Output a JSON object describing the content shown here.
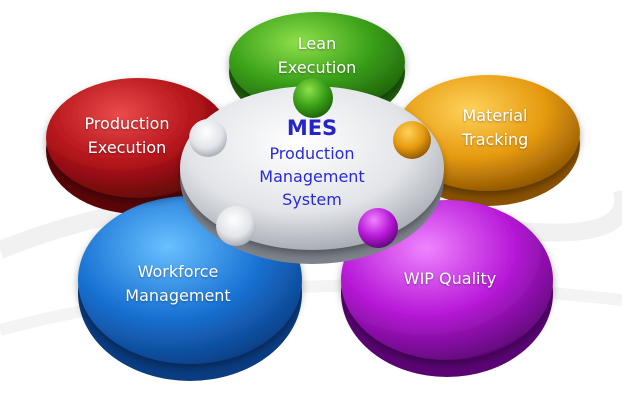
{
  "center": {
    "title": "MES",
    "subtitle": [
      "Production",
      "Management",
      "System"
    ]
  },
  "petals": [
    {
      "id": "lean-execution",
      "lines": [
        "Lean",
        "Execution"
      ],
      "color": "#3aa019"
    },
    {
      "id": "material-tracking",
      "lines": [
        "Material",
        "Tracking"
      ],
      "color": "#e69a0f"
    },
    {
      "id": "wip-quality",
      "lines": [
        "WIP Quality"
      ],
      "color": "#b81ad8"
    },
    {
      "id": "workforce-management",
      "lines": [
        "Workforce",
        "Management"
      ],
      "color": "#1a73d4"
    },
    {
      "id": "production-execution",
      "lines": [
        "Production",
        "Execution"
      ],
      "color": "#b3141b"
    }
  ]
}
